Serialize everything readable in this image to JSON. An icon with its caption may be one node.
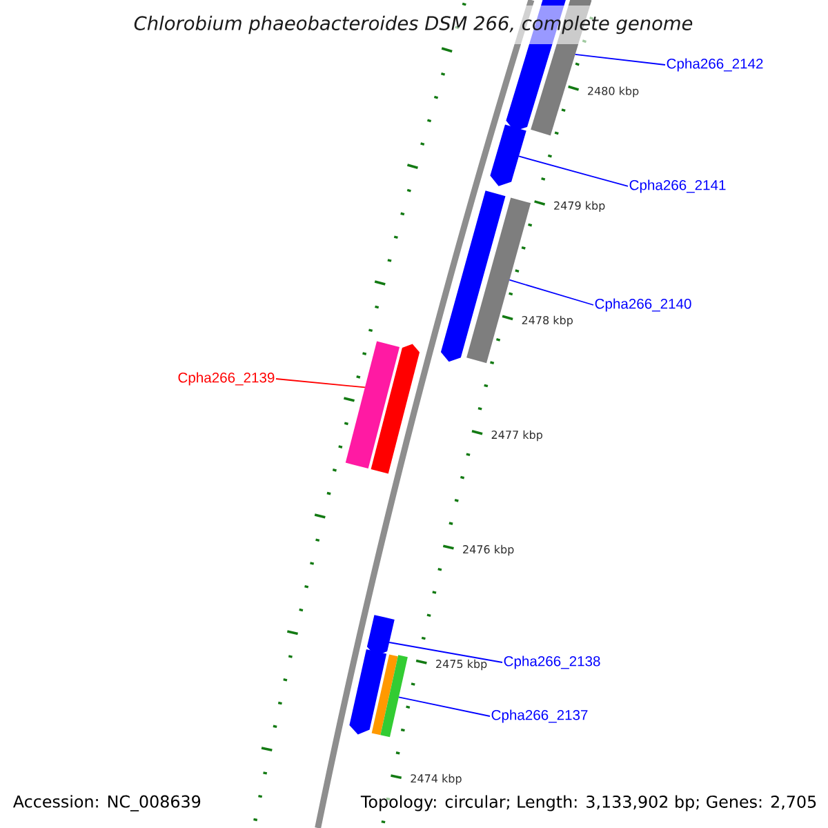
{
  "diagram": {
    "title": "Chlorobium phaeobacteroides DSM 266, complete genome",
    "nodes": [
      {
        "text": [],
        "shape": "pentagon"
      },
      {
        "text": [],
        "shape": "bar"
      },
      {
        "text": [
          "Cpha266_2142"
        ]
      },
      {
        "text": [],
        "shape": "pentagon"
      },
      {
        "text": [
          "Cpha266_2141"
        ]
      },
      {
        "text": [],
        "shape": "pentagon"
      },
      {
        "text": [],
        "shape": "bar"
      },
      {
        "text": [
          "Cpha266_2140"
        ]
      },
      {
        "text": [
          "Cpha266_2139"
        ]
      },
      {
        "text": [],
        "shape": "bar"
      },
      {
        "text": [],
        "shape": "pentagon"
      },
      {
        "text": [],
        "shape": "pentagon"
      },
      {
        "text": [
          "Cpha266_2138"
        ]
      },
      {
        "text": [],
        "shape": "pentagon"
      },
      {
        "text": [],
        "shape": "bar"
      },
      {
        "text": [],
        "shape": "bar"
      },
      {
        "text": [
          "Cpha266_2137"
        ]
      }
    ],
    "edges": [
      {
        "from": 2,
        "to": 1,
        "arrow": "none"
      },
      {
        "from": 4,
        "to": 3,
        "arrow": "none"
      },
      {
        "from": 7,
        "to": 6,
        "arrow": "none"
      },
      {
        "from": 8,
        "to": 9,
        "arrow": "none",
        "color": "#ff0000"
      },
      {
        "from": 12,
        "to": 11,
        "arrow": "none"
      },
      {
        "from": 16,
        "to": 15,
        "arrow": "none"
      }
    ],
    "labels": [
      "2480 kbp",
      "2479 kbp",
      "2478 kbp",
      "2477 kbp",
      "2476 kbp",
      "2475 kbp",
      "2474 kbp",
      "Accession: NC_008639",
      "Topology: circular; Length: 3,133,902 bp; Genes: 2,705"
    ]
  }
}
